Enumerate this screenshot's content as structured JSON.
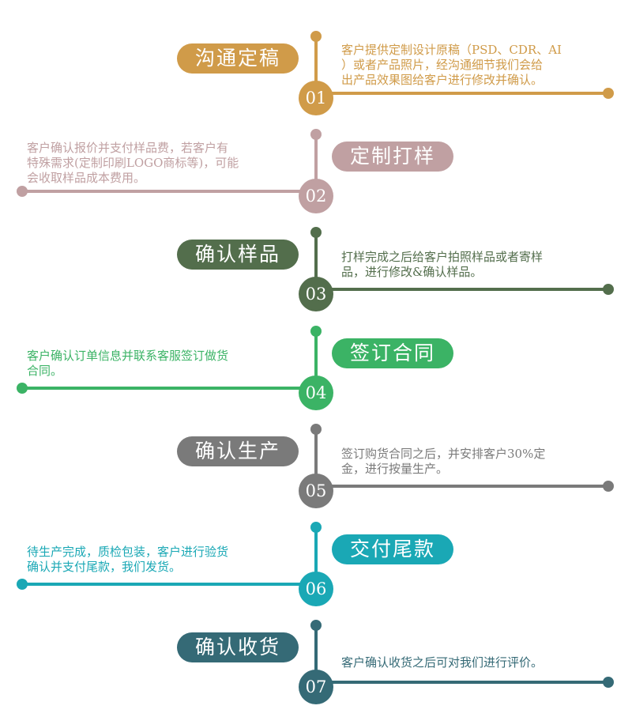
{
  "steps": [
    {
      "number": "01",
      "title": "沟通定稿",
      "text": "客户提供定制设计原稿（PSD、CDR、AI\n）或者产品照片，经沟通细节我们会给\n出产品效果图给客户进行修改并确认。",
      "color": "#D09B49"
    },
    {
      "number": "02",
      "title": "定制打样",
      "text": "客户确认报价并支付样品费，若客户有\n特殊需求(定制印刷LOGO商标等)，可能\n会收取样品成本费用。",
      "color": "#C0A0A2"
    },
    {
      "number": "03",
      "title": "确认样品",
      "text": "打样完成之后给客户拍照样品或者寄样\n品，进行修改&确认样品。",
      "color": "#536E4C"
    },
    {
      "number": "04",
      "title": "签订合同",
      "text": "客户确认订单信息并联系客服签订做货\n合同。",
      "color": "#3BB365"
    },
    {
      "number": "05",
      "title": "确认生产",
      "text": "签订购货合同之后，并安排客户30%定\n金，进行按量生产。",
      "color": "#7A7A7A"
    },
    {
      "number": "06",
      "title": "交付尾款",
      "text": "待生产完成，质检包装，客户进行验货\n确认并支付尾款，我们发货。",
      "color": "#1AA8B5"
    },
    {
      "number": "07",
      "title": "确认收货",
      "text": "客户确认收货之后可对我们进行评价。",
      "color": "#356A76"
    }
  ]
}
